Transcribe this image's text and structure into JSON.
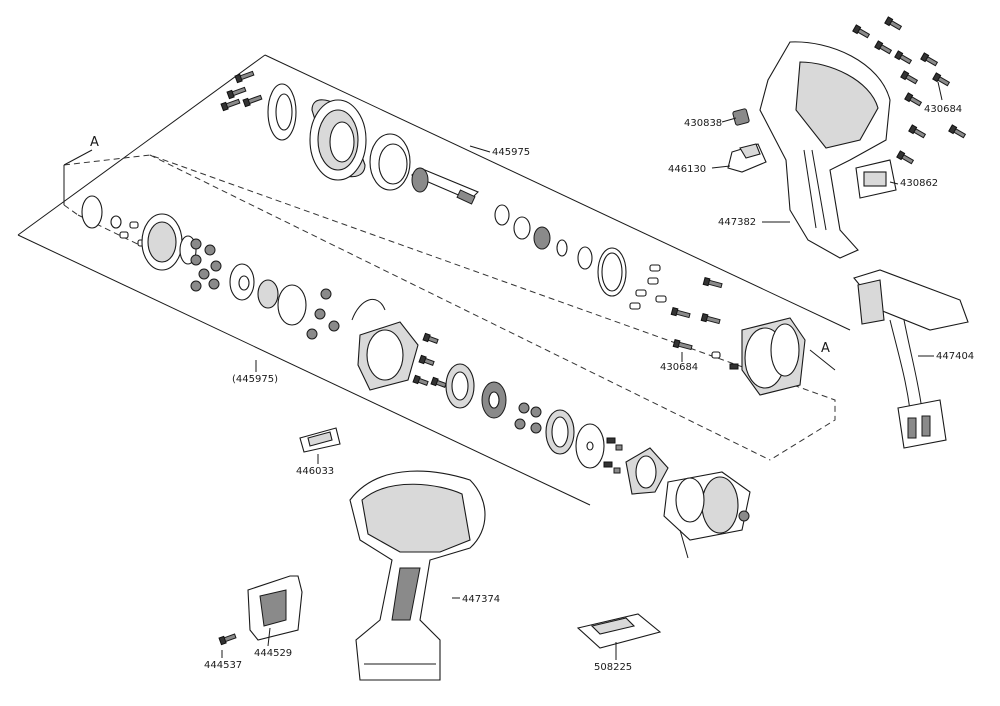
{
  "diagram": {
    "type": "exploded-parts-view",
    "section_markers": [
      "A",
      "A"
    ],
    "part_labels": [
      {
        "id": "l1",
        "text": "445975"
      },
      {
        "id": "l2",
        "text": "(445975)"
      },
      {
        "id": "l3",
        "text": "430838"
      },
      {
        "id": "l4",
        "text": "430684"
      },
      {
        "id": "l5",
        "text": "446130"
      },
      {
        "id": "l6",
        "text": "430862"
      },
      {
        "id": "l7",
        "text": "447382"
      },
      {
        "id": "l8",
        "text": "447404"
      },
      {
        "id": "l9",
        "text": "430684"
      },
      {
        "id": "l10",
        "text": "446033"
      },
      {
        "id": "l11",
        "text": "447374"
      },
      {
        "id": "l12",
        "text": "444537"
      },
      {
        "id": "l13",
        "text": "444529"
      },
      {
        "id": "l14",
        "text": "508225"
      }
    ]
  }
}
